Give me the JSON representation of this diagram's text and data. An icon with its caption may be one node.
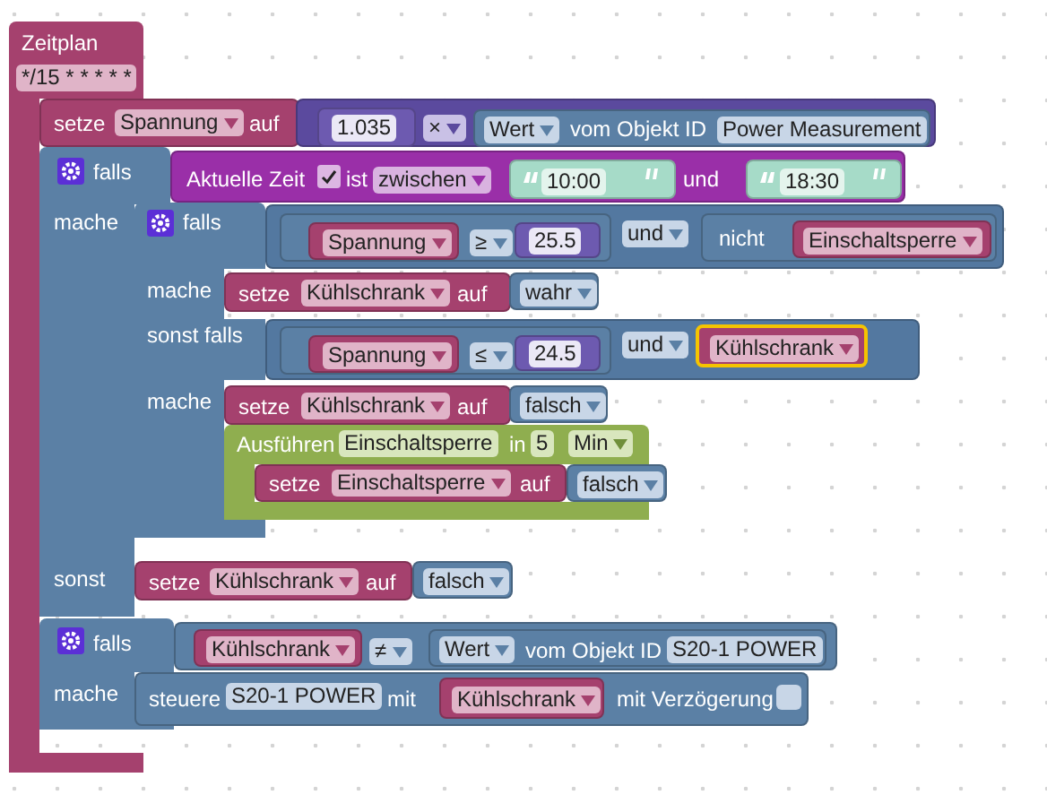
{
  "diagram": {
    "nodes": [
      {
        "text": [
          "Zeitplan",
          "*/15 * * * * *"
        ]
      },
      {
        "text": [
          "setze",
          "Spannung",
          "auf"
        ]
      },
      {
        "text": [
          "×"
        ]
      },
      {
        "text": [
          "1.035"
        ],
        "in": 2
      },
      {
        "text": [
          "Wert",
          "vom Objekt ID",
          "Power Measurement"
        ],
        "in": 2
      },
      {
        "text": [
          "falls"
        ]
      },
      {
        "text": [
          "Aktuelle Zeit",
          "ist",
          "zwischen",
          "und"
        ]
      },
      {
        "text": [
          "10:00"
        ],
        "in": 6
      },
      {
        "text": [
          "18:30"
        ],
        "in": 6
      },
      {
        "text": [
          "falls"
        ]
      },
      {
        "text": [
          "und"
        ]
      },
      {
        "text": [
          "≥"
        ],
        "in": 10
      },
      {
        "text": [
          "Spannung"
        ],
        "in": 11
      },
      {
        "text": [
          "25.5"
        ],
        "in": 11
      },
      {
        "text": [
          "nicht"
        ],
        "in": 10
      },
      {
        "text": [
          "Einschaltsperre"
        ],
        "in": 14
      },
      {
        "text": [
          "setze",
          "Kühlschrank",
          "auf"
        ]
      },
      {
        "text": [
          "wahr"
        ]
      },
      {
        "text": [
          "und"
        ]
      },
      {
        "text": [
          "≤"
        ],
        "in": 18
      },
      {
        "text": [
          "Spannung"
        ],
        "in": 19
      },
      {
        "text": [
          "24.5"
        ],
        "in": 19
      },
      {
        "text": [
          "Kühlschrank"
        ],
        "in": 18
      },
      {
        "text": [
          "setze",
          "Kühlschrank",
          "auf"
        ]
      },
      {
        "text": [
          "falsch"
        ]
      },
      {
        "text": [
          "Ausführen",
          "Einschaltsperre",
          "in",
          "5",
          "Min"
        ]
      },
      {
        "text": [
          "setze",
          "Einschaltsperre",
          "auf"
        ]
      },
      {
        "text": [
          "falsch"
        ]
      },
      {
        "text": [
          "setze",
          "Kühlschrank",
          "auf"
        ]
      },
      {
        "text": [
          "falsch"
        ]
      },
      {
        "text": [
          "falls"
        ]
      },
      {
        "text": [
          "≠"
        ]
      },
      {
        "text": [
          "Kühlschrank"
        ],
        "in": 31
      },
      {
        "text": [
          "Wert",
          "vom Objekt ID",
          "S20-1 POWER"
        ],
        "in": 31
      },
      {
        "text": [
          "steuere",
          "S20-1 POWER",
          "mit",
          "mit Verzögerung"
        ]
      },
      {
        "text": [
          "Kühlschrank"
        ],
        "in": 34
      }
    ],
    "labels": [
      "mache",
      "mache",
      "sonst falls",
      "mache",
      "sonst",
      "mache"
    ]
  }
}
